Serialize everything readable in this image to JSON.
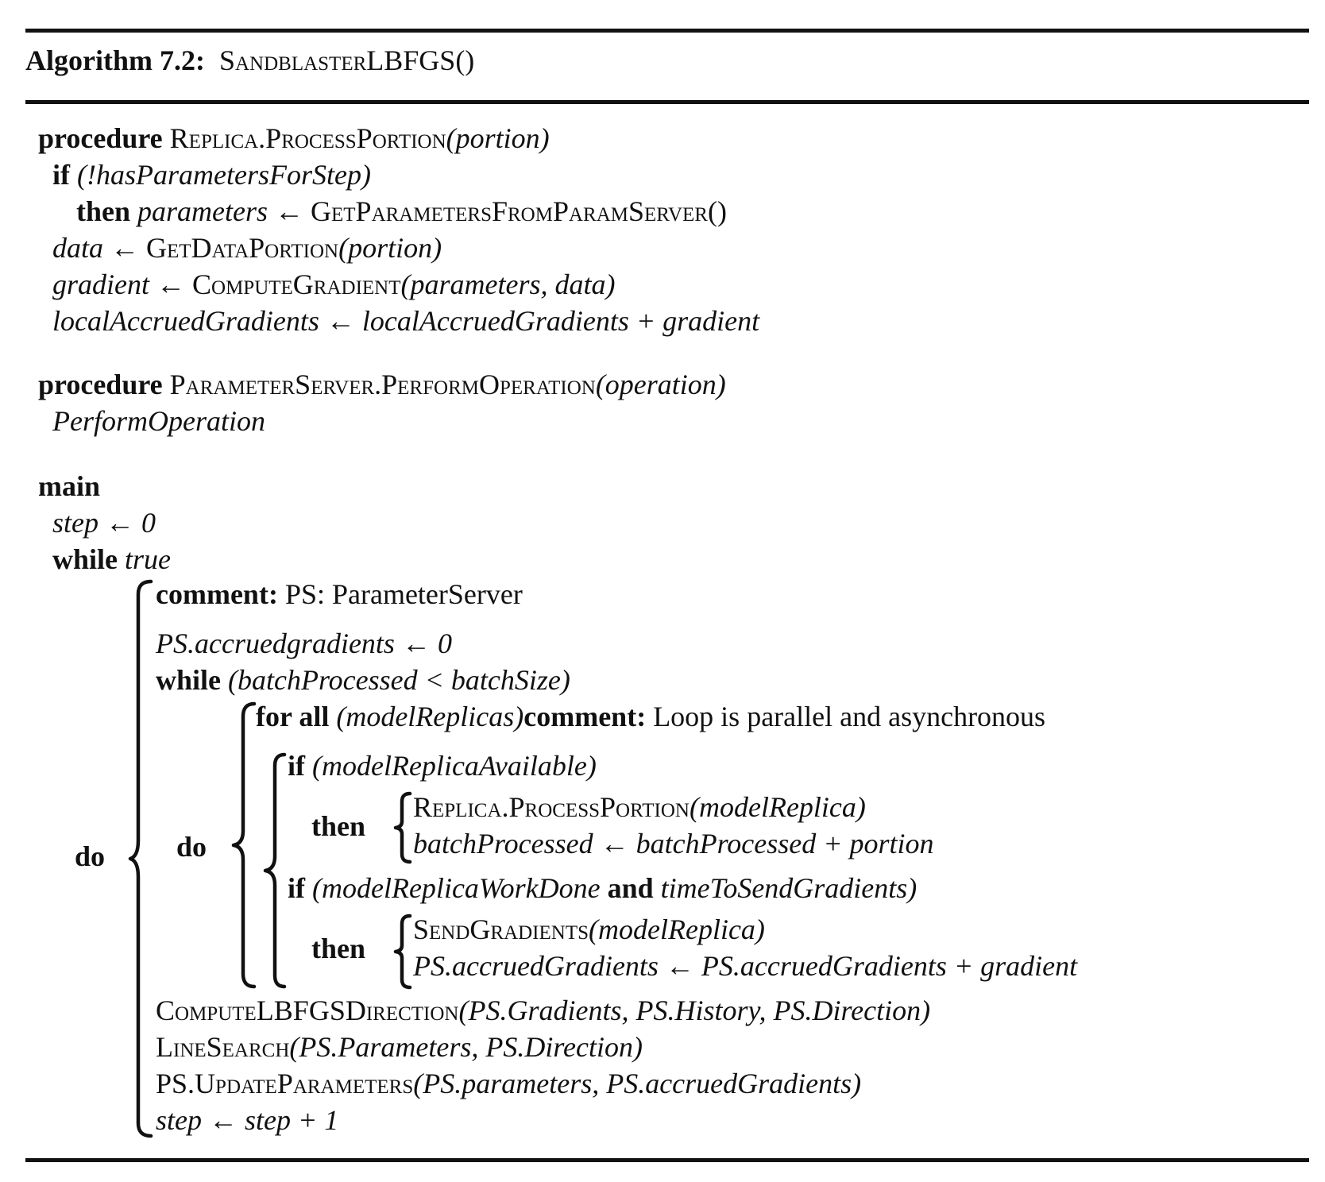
{
  "header": {
    "label": "Algorithm 7.2:",
    "name": "SandblasterLBFGS()"
  },
  "kw": {
    "procedure": "procedure",
    "if": "if",
    "then": "then",
    "main": "main",
    "while": "while",
    "do": "do",
    "comment": "comment:",
    "for_all": "for all",
    "and": "and"
  },
  "lines": {
    "proc1_name": "Replica.ProcessPortion",
    "proc1_args": "(portion)",
    "if1_cond": "(!hasParametersForStep)",
    "then1_lhs": "parameters",
    "arrow": "←",
    "then1_rhs": "GetParametersFromParamServer",
    "then1_paren": "()",
    "data_lhs": "data",
    "data_fn": "GetDataPortion",
    "data_args": "(portion)",
    "grad_lhs": "gradient",
    "grad_fn": "ComputeGradient",
    "grad_args": "(parameters, data)",
    "accr_lhs": "localAccruedGradients",
    "accr_rhs": "localAccruedGradients + gradient",
    "proc2_name": "ParameterServer.PerformOperation",
    "proc2_args": "(operation)",
    "perform": "PerformOperation",
    "step_init": "step ← 0",
    "true": "true",
    "comment1": "PS: ParameterServer",
    "ps_init": "PS.accruedgradients ← 0",
    "while2_cond": "(batchProcessed < batchSize)",
    "forall_cond": "(modelReplicas)",
    "comment2": "Loop is parallel and asynchronous",
    "if2_cond": "(modelReplicaAvailable)",
    "then2_a_fn": "Replica.ProcessPortion",
    "then2_a_args": "(modelReplica)",
    "then2_b": "batchProcessed ← batchProcessed + portion",
    "if3_cond_a": "(modelReplicaWorkDone",
    "if3_cond_b": "timeToSendGradients)",
    "then3_a_fn": "SendGradients",
    "then3_a_args": "(modelReplica)",
    "then3_b": "PS.accruedGradients ← PS.accruedGradients + gradient",
    "lbfgs_fn": "ComputeLBFGSDirection",
    "lbfgs_args": "(PS.Gradients, PS.History, PS.Direction)",
    "ls_fn": "LineSearch",
    "ls_args": "(PS.Parameters, PS.Direction)",
    "upd_fn": "PS.UpdateParameters",
    "upd_args": "(PS.parameters, PS.accruedGradients)",
    "step_inc": "step ← step + 1"
  }
}
